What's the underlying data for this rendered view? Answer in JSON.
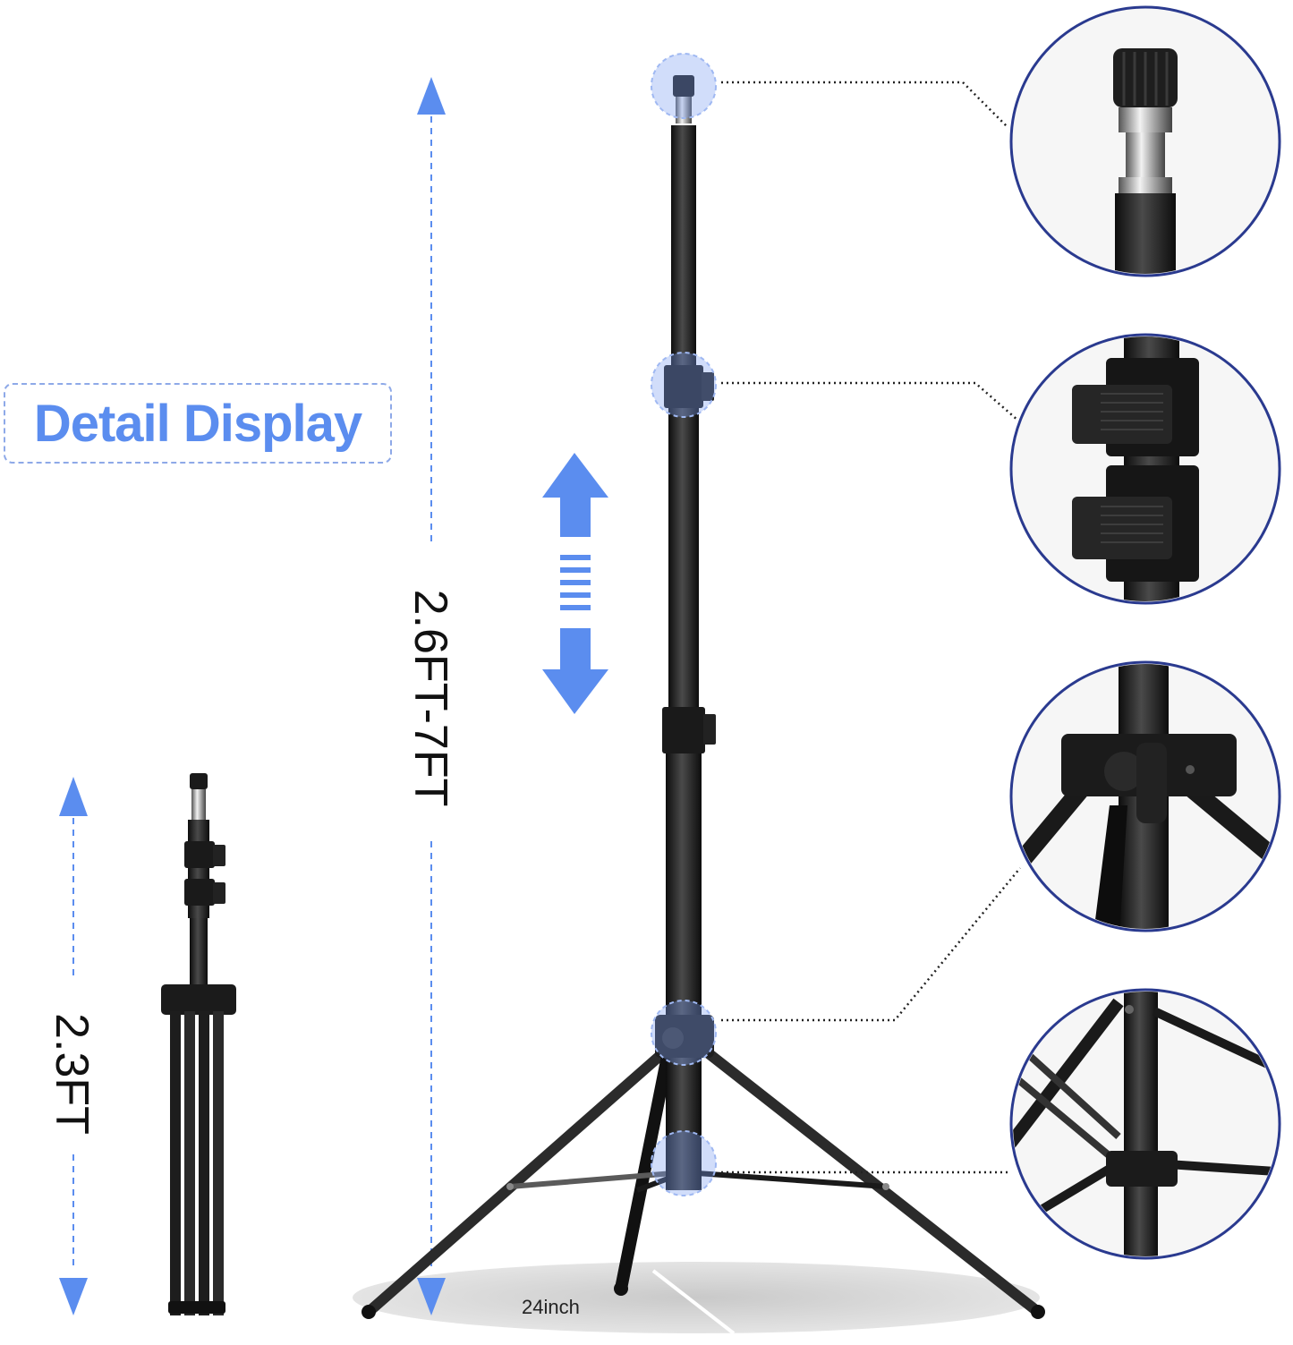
{
  "title": "Detail Display",
  "height_range_label": "2.6FT-7FT",
  "folded_height_label": "2.3FT",
  "base_width_label": "24inch",
  "colors": {
    "accent": "#5b8def",
    "ring": "#2a3a8f",
    "pole": "#1a1a1a"
  },
  "details": [
    {
      "name": "top-spigot",
      "icon": "screw-tip"
    },
    {
      "name": "leg-lock-clamps",
      "icon": "clamp"
    },
    {
      "name": "leg-hub-knob",
      "icon": "knob"
    },
    {
      "name": "leg-brace-joint",
      "icon": "joint"
    }
  ]
}
